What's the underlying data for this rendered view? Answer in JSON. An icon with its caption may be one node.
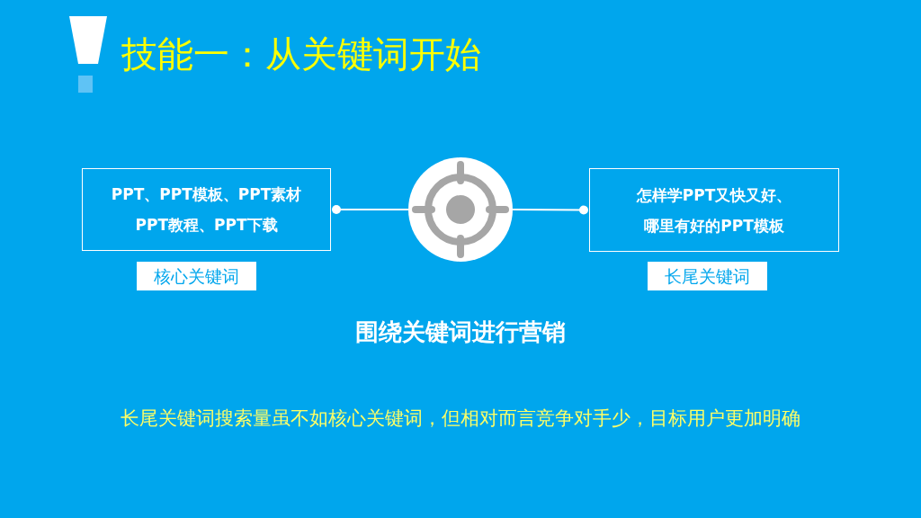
{
  "diagram": {
    "title": "技能一：从关键词开始",
    "nodes": [
      {
        "text": [
          "PPT、PPT模板、PPT素材",
          "PPT教程、PPT下载"
        ],
        "beside": [
          "核心关键词"
        ]
      },
      {
        "text": [],
        "shape": "circle"
      },
      {
        "text": [
          "怎样学PPT又快又好、",
          "哪里有好的PPT模板"
        ],
        "beside": [
          "长尾关键词"
        ]
      }
    ],
    "edges": [
      {
        "from": 1,
        "to": 0,
        "arrow": "other"
      },
      {
        "from": 1,
        "to": 2,
        "arrow": "other"
      }
    ],
    "labels": [
      "围绕关键词进行营销",
      "长尾关键词搜索量虽不如核心关键词，但相对而言竞争对手少，目标用户更加明确"
    ]
  }
}
